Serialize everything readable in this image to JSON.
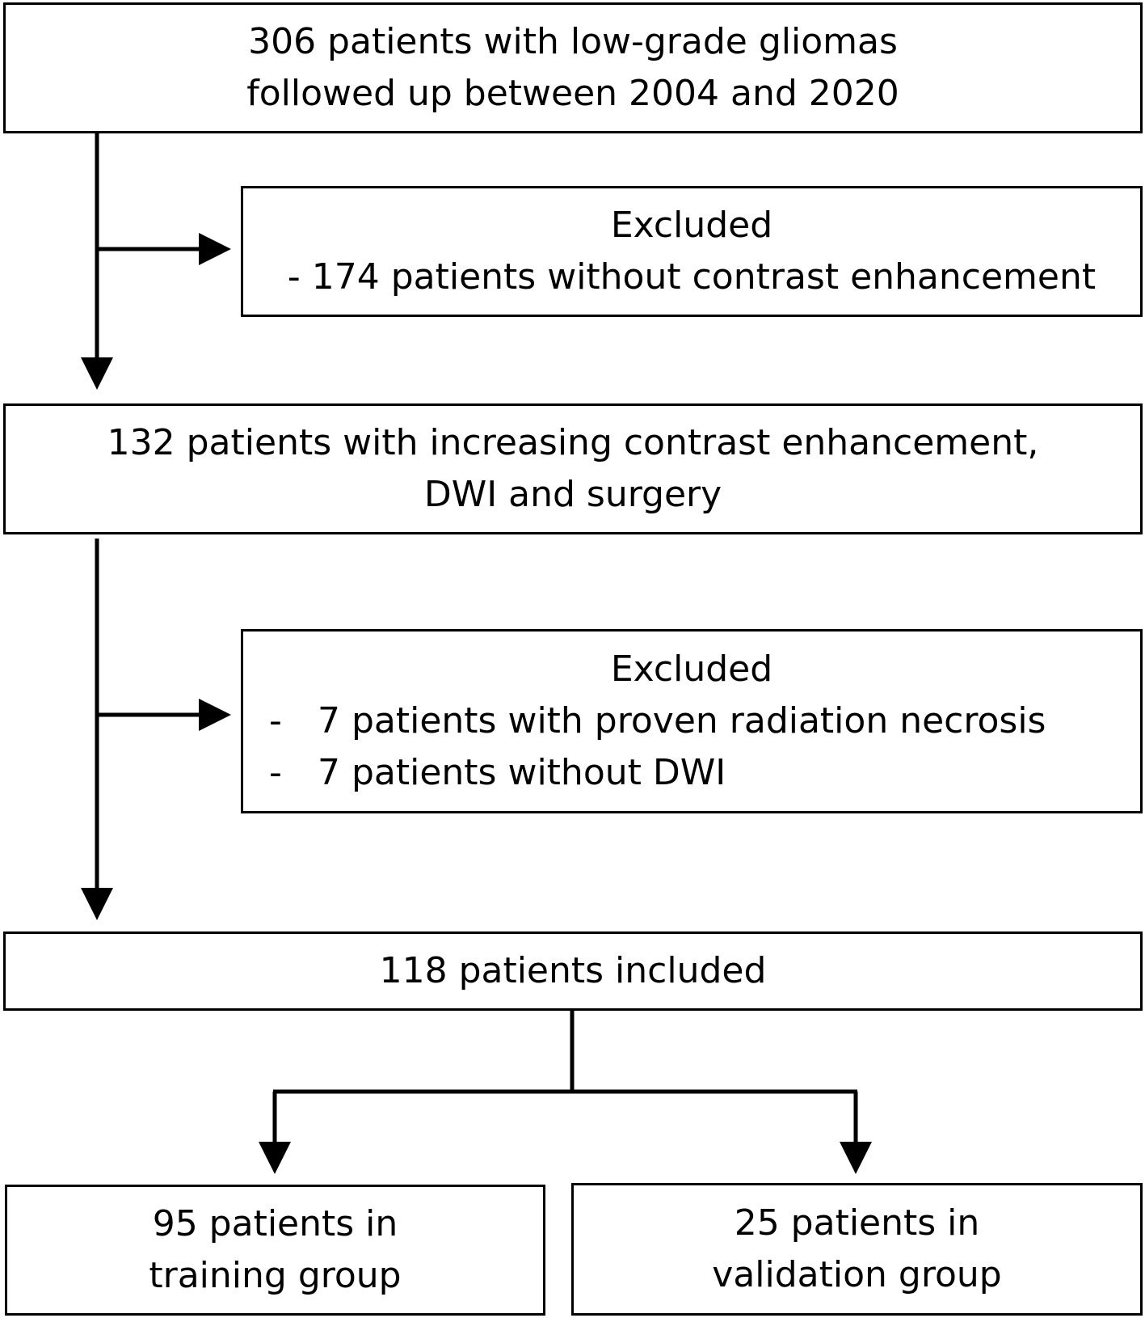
{
  "flowchart": {
    "start": {
      "lines": [
        "306 patients with low-grade gliomas",
        "followed up between 2004 and 2020"
      ]
    },
    "exclusion_1": {
      "heading": "Excluded",
      "item": "- 174 patients without contrast enhancement"
    },
    "intermediate": {
      "lines": [
        "132 patients with increasing contrast enhancement,",
        "DWI and surgery"
      ]
    },
    "exclusion_2": {
      "heading": "Excluded",
      "items": [
        {
          "dash": "-",
          "text": "7 patients with proven radiation necrosis"
        },
        {
          "dash": "-",
          "text": "7 patients without DWI"
        }
      ]
    },
    "included": {
      "text": "118 patients included"
    },
    "training": {
      "lines": [
        "95 patients in",
        "training group"
      ]
    },
    "validation": {
      "lines": [
        "25 patients in",
        "validation group"
      ]
    }
  }
}
